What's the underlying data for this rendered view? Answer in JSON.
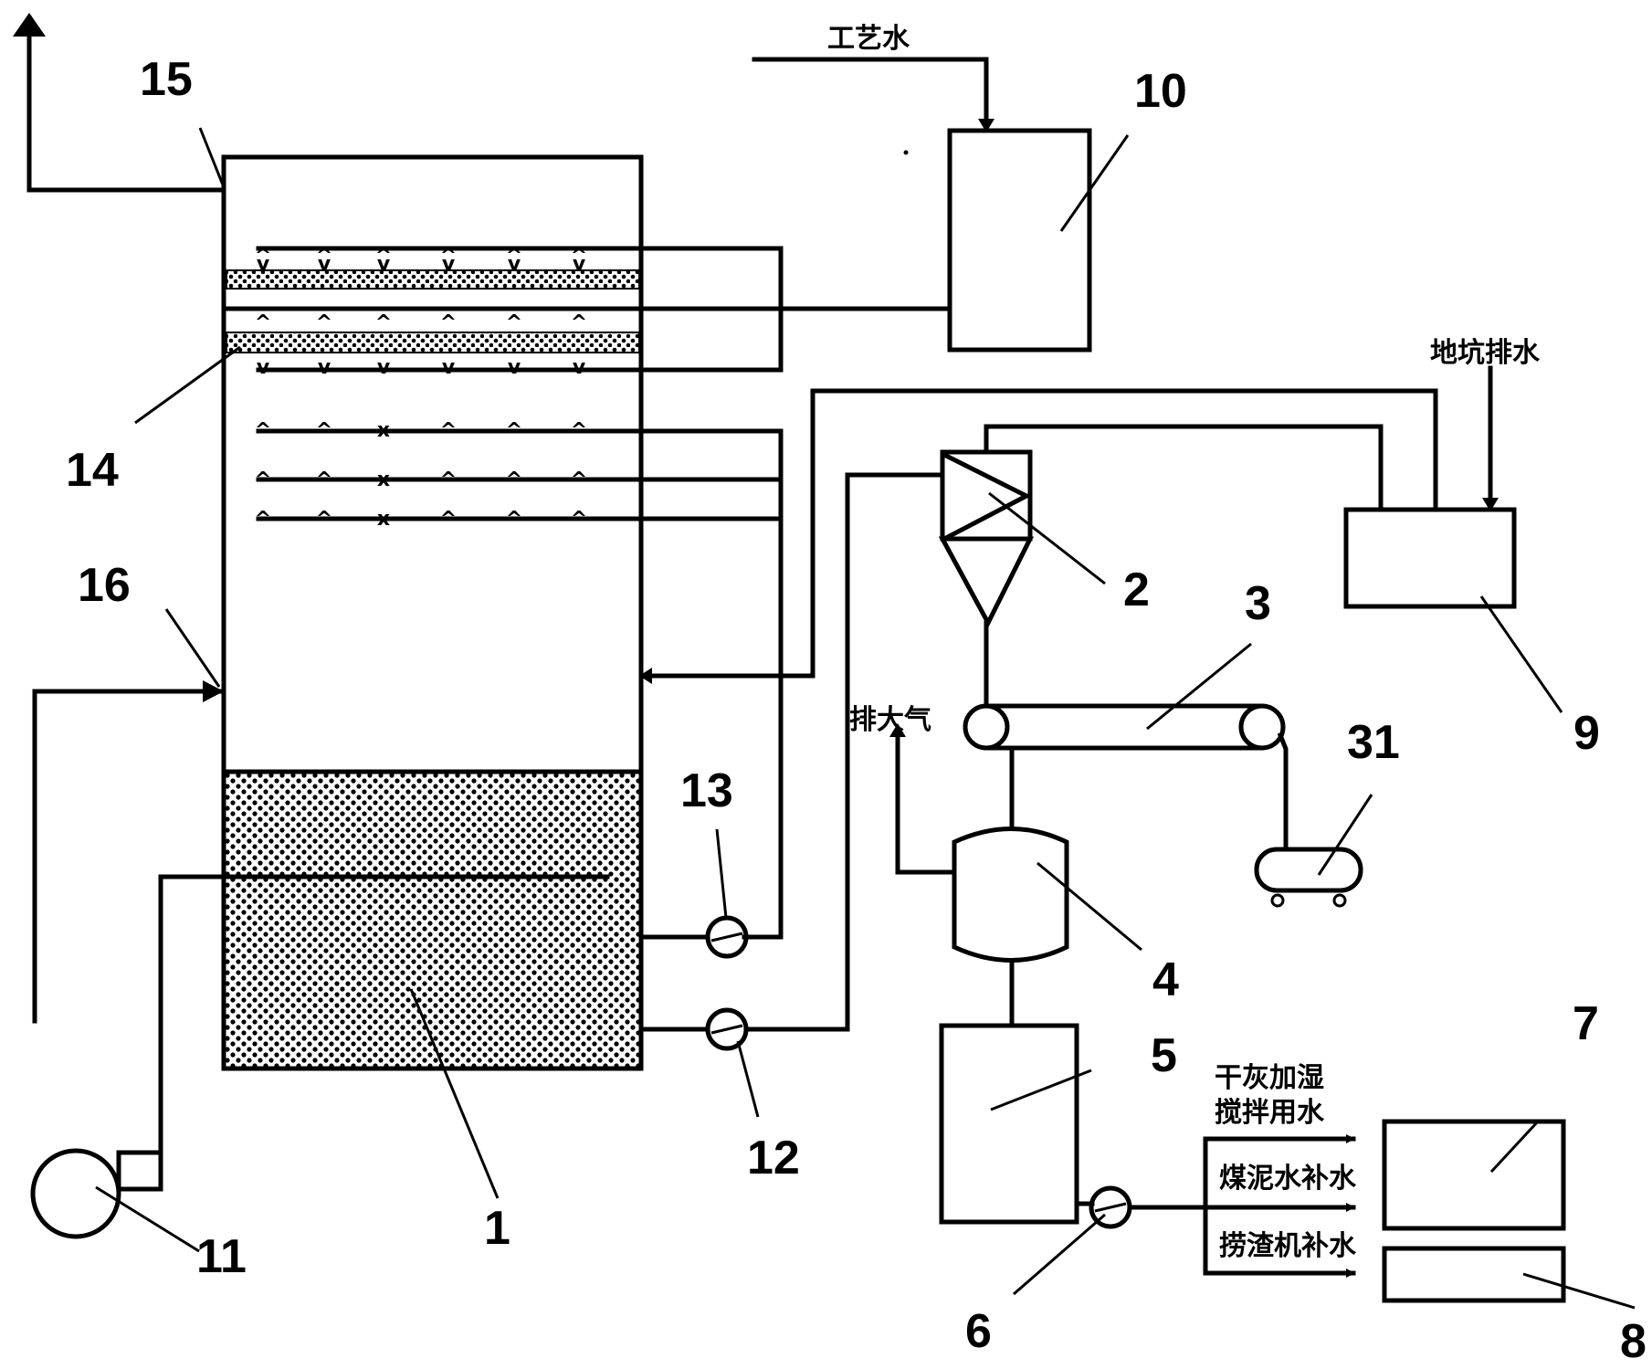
{
  "labels": {
    "n1": "1",
    "n2": "2",
    "n3": "3",
    "n4": "4",
    "n5": "5",
    "n6": "6",
    "n7": "7",
    "n8": "8",
    "n9": "9",
    "n10": "10",
    "n11": "11",
    "n12": "12",
    "n13": "13",
    "n14": "14",
    "n15": "15",
    "n16": "16",
    "n31": "31"
  },
  "streams": {
    "process_water": "工艺水",
    "pit_drain": "地坑排水",
    "vent": "排大气",
    "dry_ash_line1": "干灰加湿",
    "dry_ash_line2": "搅拌用水",
    "slime_water": "煤泥水补水",
    "slag_remover": "捞渣机补水"
  },
  "nozzle_glyphs": {
    "up": "^",
    "down": "v",
    "cross": "x"
  }
}
